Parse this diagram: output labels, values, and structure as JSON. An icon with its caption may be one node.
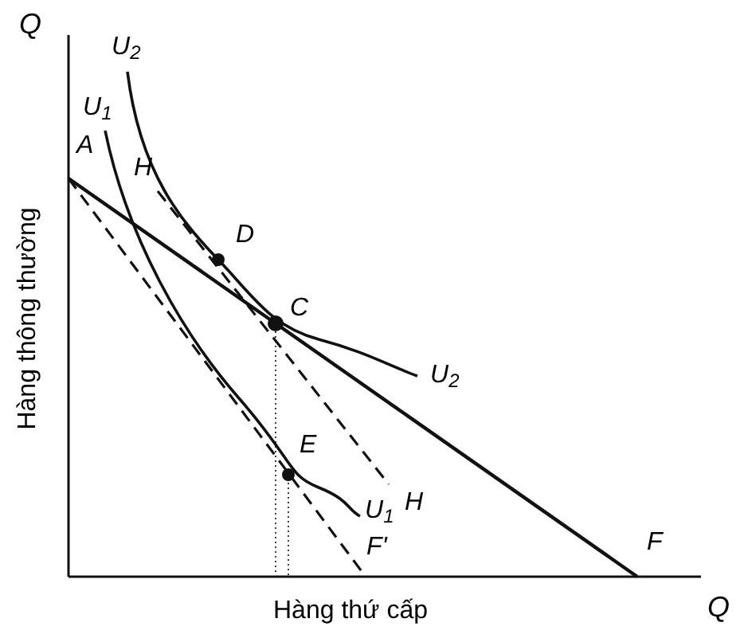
{
  "diagram": {
    "labels": [
      "Q",
      "U$_{2}$",
      "U$_{1}$",
      "H",
      "A",
      "D",
      "C",
      "U$_{2}$",
      "E",
      "H",
      "U$_{1}$",
      "F'",
      "F",
      "Hàng thông thường",
      "Hàng thứ cấp",
      "Q"
    ]
  }
}
